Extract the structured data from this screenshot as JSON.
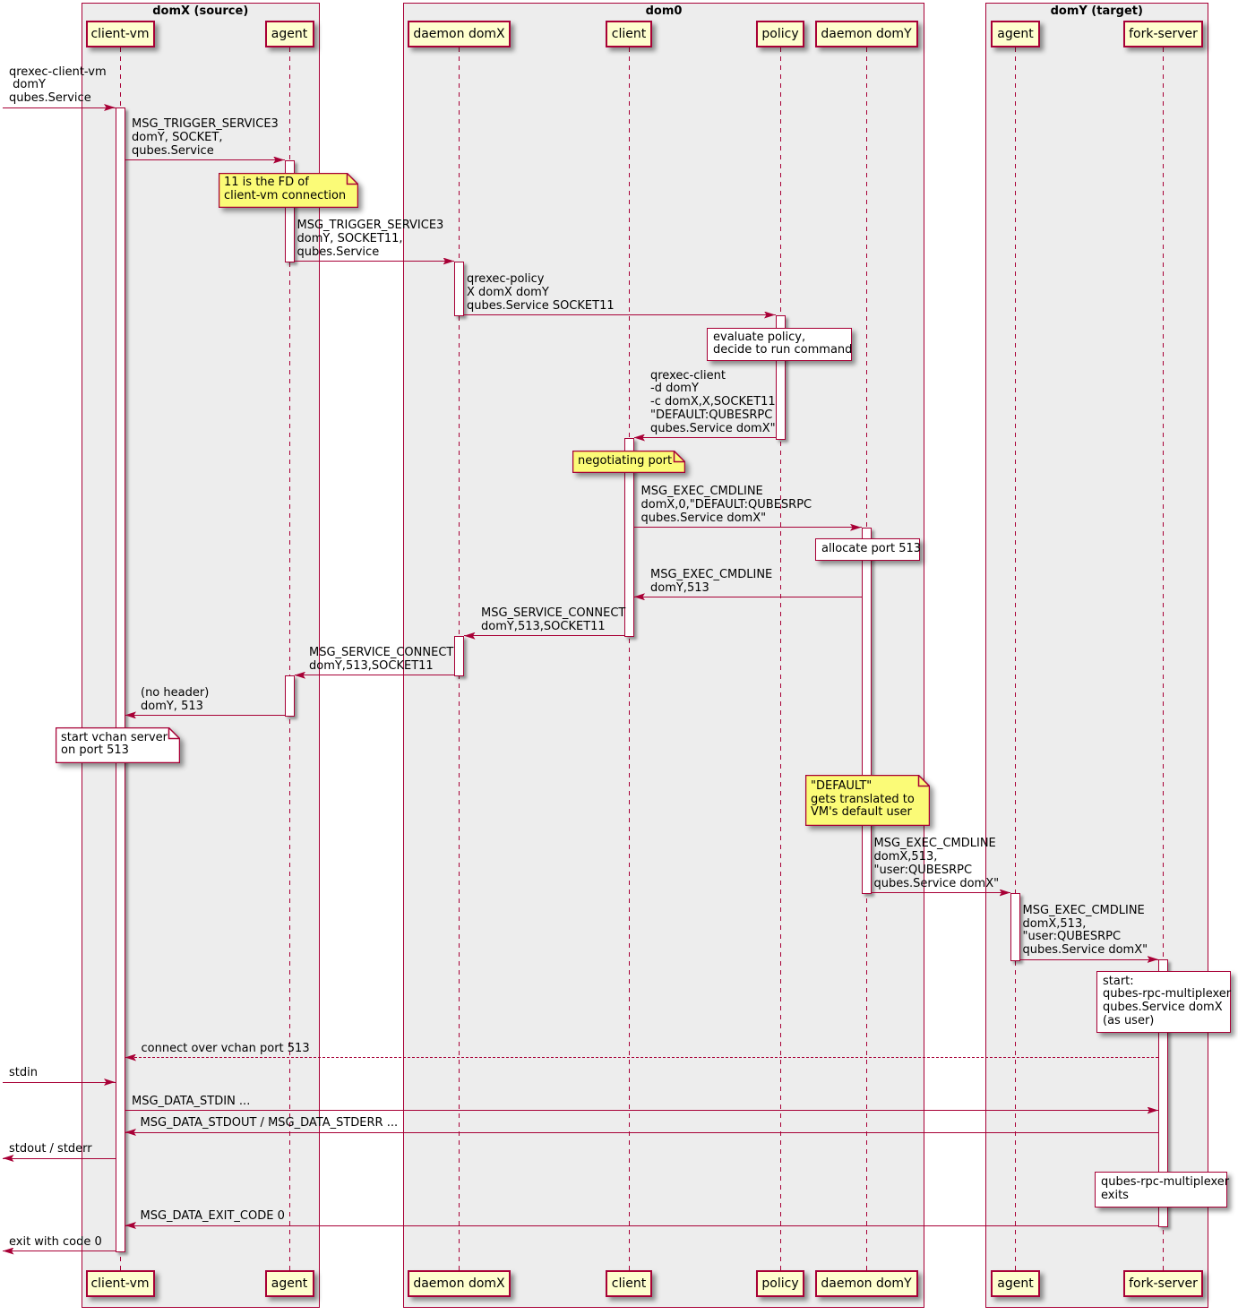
{
  "diagram": {
    "boxes": [
      {
        "title": "domX (source)"
      },
      {
        "title": "dom0"
      },
      {
        "title": "domY (target)"
      }
    ],
    "participants": [
      {
        "name": "client-vm"
      },
      {
        "name": "agent"
      },
      {
        "name": "daemon domX"
      },
      {
        "name": "client"
      },
      {
        "name": "policy"
      },
      {
        "name": "daemon domY"
      },
      {
        "name": "agent"
      },
      {
        "name": "fork-server"
      }
    ],
    "messages": [
      {
        "label": "qrexec-client-vm\n domY\nqubes.Service"
      },
      {
        "label": "MSG_TRIGGER_SERVICE3\ndomY, SOCKET,\nqubes.Service"
      },
      {
        "label": "MSG_TRIGGER_SERVICE3\ndomY, SOCKET11,\nqubes.Service"
      },
      {
        "label": "qrexec-policy\nX domX domY\nqubes.Service SOCKET11"
      },
      {
        "label": "qrexec-client\n-d domY\n-c domX,X,SOCKET11\n\"DEFAULT:QUBESRPC\nqubes.Service domX\""
      },
      {
        "label": "MSG_EXEC_CMDLINE\ndomX,0,\"DEFAULT:QUBESRPC\nqubes.Service domX\""
      },
      {
        "label": "MSG_EXEC_CMDLINE\ndomY,513"
      },
      {
        "label": "MSG_SERVICE_CONNECT\ndomY,513,SOCKET11"
      },
      {
        "label": "MSG_SERVICE_CONNECT\ndomY,513,SOCKET11"
      },
      {
        "label": "(no header)\ndomY, 513"
      },
      {
        "label": "MSG_EXEC_CMDLINE\ndomX,513,\n\"user:QUBESRPC\nqubes.Service domX\""
      },
      {
        "label": "MSG_EXEC_CMDLINE\ndomX,513,\n\"user:QUBESRPC\nqubes.Service domX\""
      },
      {
        "label": "connect over vchan port 513"
      },
      {
        "label": "stdin"
      },
      {
        "label": "MSG_DATA_STDIN ..."
      },
      {
        "label": "MSG_DATA_STDOUT / MSG_DATA_STDERR ..."
      },
      {
        "label": "stdout / stderr"
      },
      {
        "label": "MSG_DATA_EXIT_CODE 0"
      },
      {
        "label": "exit with code 0"
      }
    ],
    "notes": [
      {
        "text": "11 is the FD of\nclient-vm connection"
      },
      {
        "text": "evaluate policy,\ndecide to run command"
      },
      {
        "text": "negotiating port"
      },
      {
        "text": "allocate port 513"
      },
      {
        "text": "start vchan server\non port 513"
      },
      {
        "text": "\"DEFAULT\"\ngets translated to\nVM's default user"
      },
      {
        "text": "start:\nqubes-rpc-multiplexer\nqubes.Service domX\n(as user)"
      },
      {
        "text": "qubes-rpc-multiplexer\nexits"
      }
    ]
  },
  "colors": {
    "accent": "#A80036",
    "participant_fill": "#FEFECE",
    "note_yellow_fill": "#FBFB77",
    "group_box_fill": "#EDEDED",
    "activation_fill": "#FFFFFF",
    "note_white_fill": "#FFFFFF",
    "background": "#FFFFFF",
    "text": "#000000"
  }
}
